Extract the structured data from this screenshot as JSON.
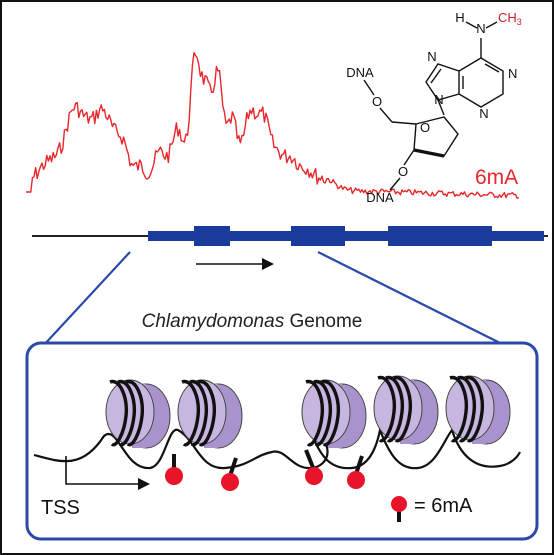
{
  "molecule": {
    "dna_top": "DNA",
    "dna_bottom": "DNA",
    "oxygen_left": "O",
    "oxygen_bottom": "O",
    "ring_oxygen": "O",
    "n_amine": "N",
    "h_amine": "H",
    "methyl": "CH",
    "methyl_subscript": "3",
    "purine_n1": "N",
    "purine_n3": "N",
    "purine_n7": "N",
    "purine_n9": "N",
    "name": "6mA"
  },
  "genome": {
    "label_italic": "Chlamydomonas",
    "label_rest": " Genome"
  },
  "inset": {
    "tss_label": "TSS",
    "legend_label": "= 6mA"
  },
  "colors": {
    "signal": "#e8262b",
    "gene": "#1a3a9c",
    "inset_border": "#2b4aa8",
    "methyl": "#cc1f26",
    "histone_face": "#c7b7e0",
    "histone_side": "#a993cc",
    "mark_dot": "#e8142a"
  }
}
